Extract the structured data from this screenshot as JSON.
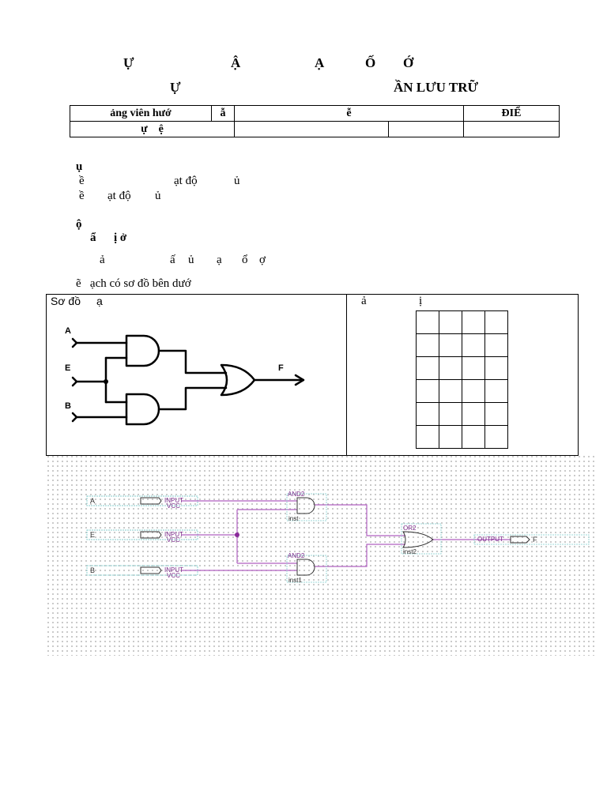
{
  "header": {
    "title_line1_parts": [
      "Ự",
      "Ậ",
      "Ạ",
      "Ố",
      "Ớ"
    ],
    "title_line2_left": "Ự",
    "title_line2_right": "ẦN LƯU TRỮ"
  },
  "info_table": {
    "row1": [
      "ảng viên hướ",
      "ẫ",
      "ễ",
      "ĐIỂ"
    ],
    "row2": [
      "ự",
      "ệ"
    ]
  },
  "section1": {
    "heading": "ụ",
    "line1_a": "ề",
    "line1_b": "ạt độ",
    "line1_c": "ủ",
    "line2_a": "ề",
    "line2_b": "ạt độ",
    "line2_c": "ủ"
  },
  "section2": {
    "heading": "ộ",
    "sub_a": "ẩ",
    "sub_b": "ị ở",
    "task_parts": [
      "ả",
      "ấ",
      "ủ",
      "ạ",
      "ổ",
      "ợ"
    ],
    "intro": "ẽ   ạch có sơ đồ bên dướ"
  },
  "figure": {
    "left_title_a": "Sơ đồ",
    "left_title_b": "ạ",
    "right_title_a": "ả",
    "right_title_b": "ị",
    "gate_inputs": [
      "A",
      "E",
      "B"
    ],
    "gate_output": "F"
  },
  "schematic": {
    "inputs": [
      {
        "name": "A",
        "type": "INPUT",
        "sub": "VCC"
      },
      {
        "name": "E",
        "type": "INPUT",
        "sub": "VCC"
      },
      {
        "name": "B",
        "type": "INPUT",
        "sub": "VCC"
      }
    ],
    "gates": [
      {
        "type": "AND2",
        "inst": "inst"
      },
      {
        "type": "AND2",
        "inst": "inst1"
      },
      {
        "type": "OR2",
        "inst": "inst2"
      }
    ],
    "output": {
      "type": "OUTPUT",
      "name": "F"
    },
    "wire_color": "#b060c0",
    "pin_color": "#7a2a8a"
  }
}
